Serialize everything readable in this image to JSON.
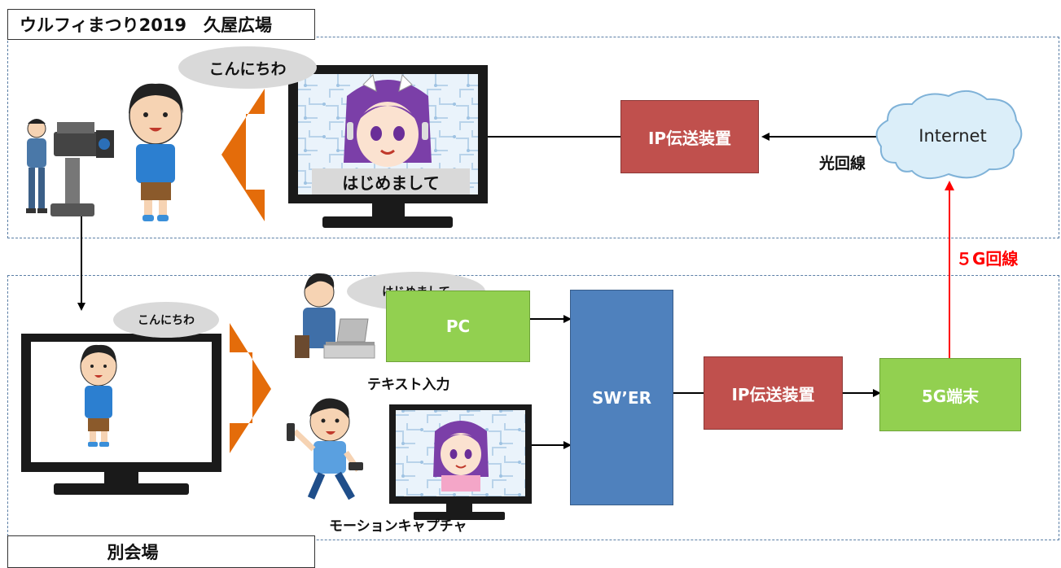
{
  "venue_top": {
    "title": "ウルフィまつり2019　久屋広場"
  },
  "venue_bottom": {
    "title": "別会場"
  },
  "top": {
    "speech_bubble": "こんにちわ",
    "monitor_caption": "はじめまして",
    "ip_box": "IP伝送装置",
    "cloud": "Internet",
    "fiber_label": "光回線"
  },
  "bottom": {
    "speech_bubble": "こんにちわ",
    "operator_bubble": "はじめまして",
    "pc_box": "PC",
    "text_input_label": "テキスト入力",
    "mocap_label": "モーションキャプチャ",
    "switcher_box": "SW’ER",
    "ip_box": "IP伝送装置",
    "terminal_box": "5G端末",
    "line_5g_label": "５G回線"
  },
  "colors": {
    "ip_box": "#c0504d",
    "green_box": "#92d050",
    "switcher": "#4f81bd",
    "arrow_orange": "#e46c0a",
    "line_5g": "#ff0000",
    "dashed_border": "#5b7fa6"
  }
}
